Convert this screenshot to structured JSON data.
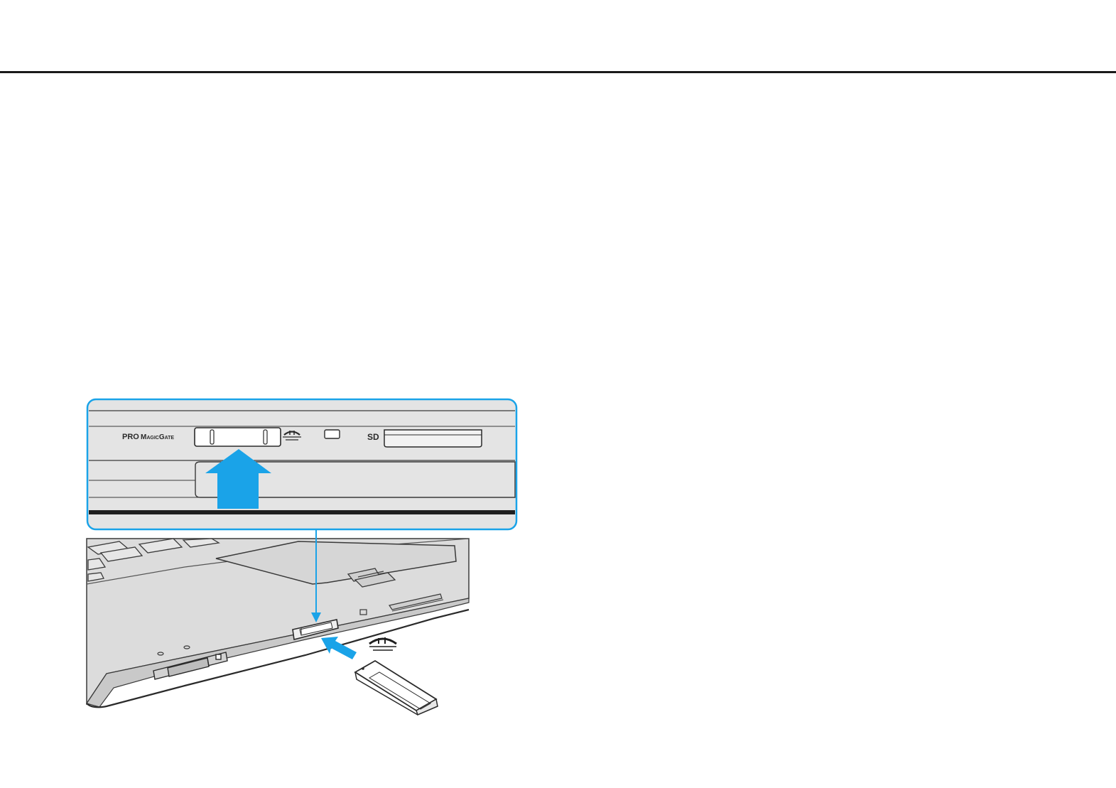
{
  "colors": {
    "accent": "#1aa3e8",
    "panel_fill": "#e4e4e4",
    "body_fill": "#dcdcdc",
    "line": "#3a3a3a",
    "rule": "#1a1a1a"
  },
  "slot_labels": {
    "memory_stick_prefix": "PRO",
    "memory_stick_name": "MagicGate",
    "sd": "SD"
  },
  "icons": {
    "memory_stick_logo": "memory-stick-logo-icon",
    "insert_arrow": "insert-arrow-icon",
    "inset_arrow": "up-arrow-icon"
  }
}
